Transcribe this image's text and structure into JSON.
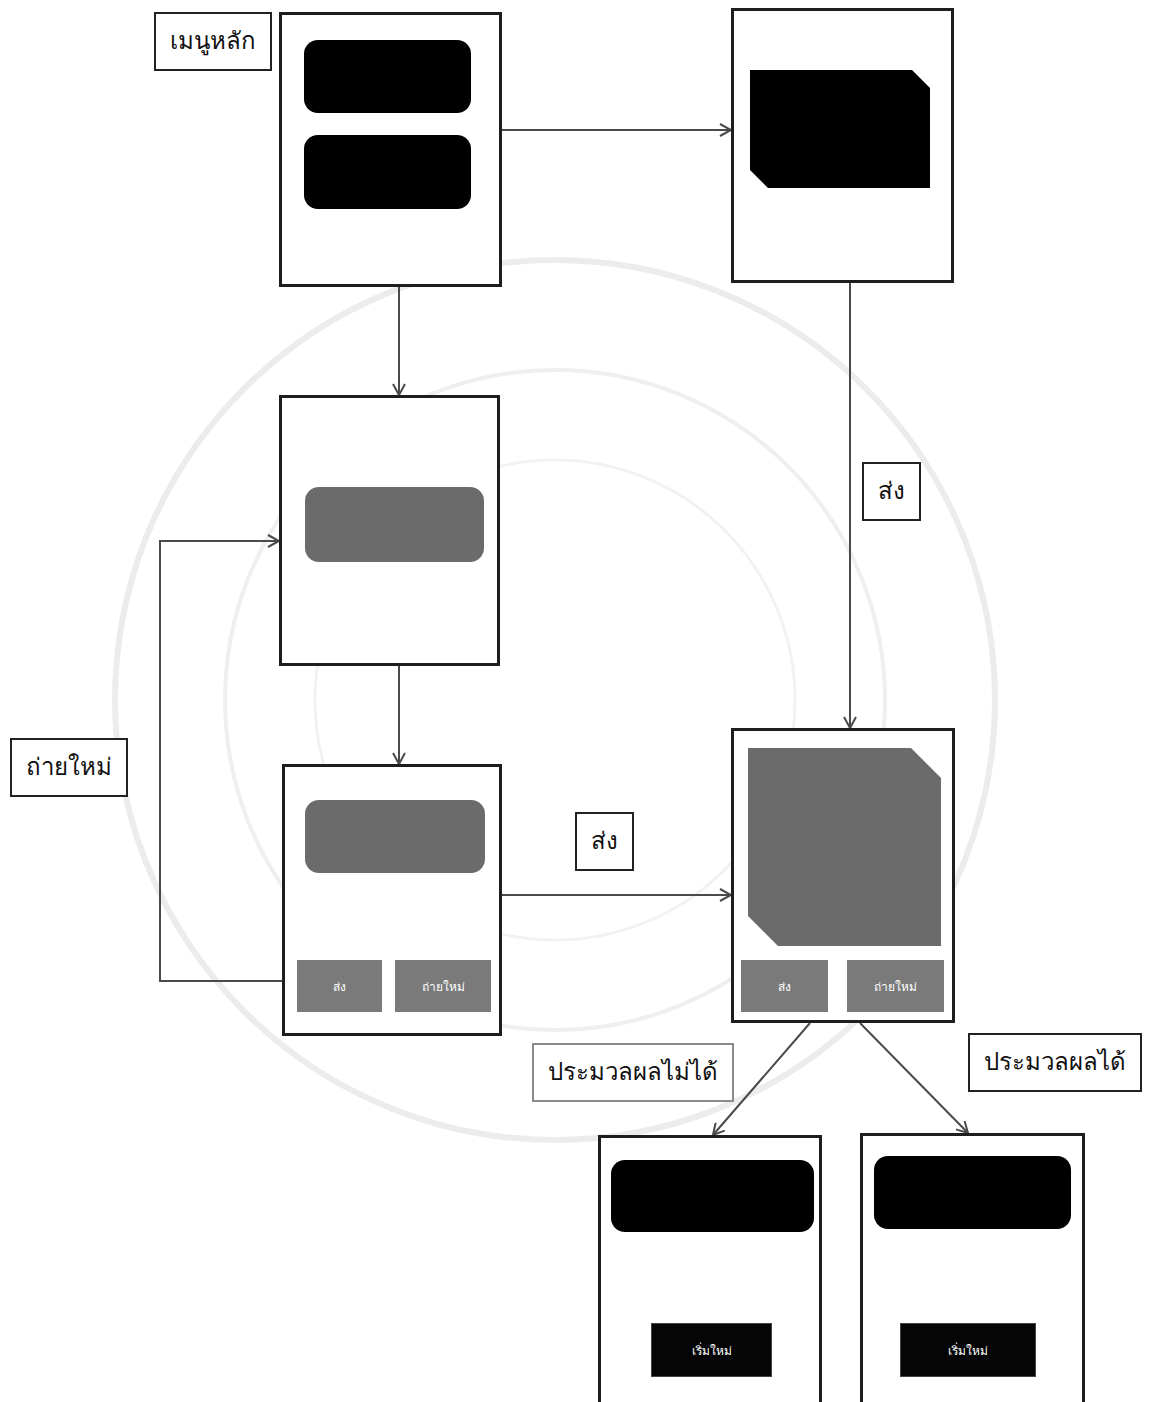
{
  "diagram": {
    "nodes": [
      {
        "text": [
          "เมนูหลัก"
        ]
      },
      {
        "text": []
      },
      {
        "text": []
      },
      {
        "text": []
      },
      {
        "text": [
          "ส่ง"
        ],
        "in": 3
      },
      {
        "text": [
          "ถ่ายใหม่"
        ],
        "in": 3
      },
      {
        "text": []
      },
      {
        "text": [
          "ส่ง"
        ],
        "in": 6
      },
      {
        "text": [
          "ถ่ายใหม่"
        ],
        "in": 6
      },
      {
        "text": []
      },
      {
        "text": [
          "เริ่มใหม่"
        ],
        "in": 9
      },
      {
        "text": []
      },
      {
        "text": [
          "เริ่มใหม่"
        ],
        "in": 11
      }
    ],
    "edges": [
      {
        "from": 0,
        "to": 1,
        "arrow": "to"
      },
      {
        "from": 0,
        "to": 2,
        "arrow": "to"
      },
      {
        "from": 2,
        "to": 3,
        "arrow": "to"
      },
      {
        "from": 3,
        "to": 2,
        "arrow": "to",
        "label": "ถ่ายใหม่"
      },
      {
        "from": 3,
        "to": 6,
        "arrow": "to",
        "label": "ส่ง"
      },
      {
        "from": 1,
        "to": 6,
        "arrow": "to",
        "label": "ส่ง"
      },
      {
        "from": 6,
        "to": 9,
        "arrow": "to",
        "label": "ประมวลผลไม่ได้"
      },
      {
        "from": 6,
        "to": 11,
        "arrow": "to",
        "label": "ประมวลผลได้"
      }
    ]
  }
}
